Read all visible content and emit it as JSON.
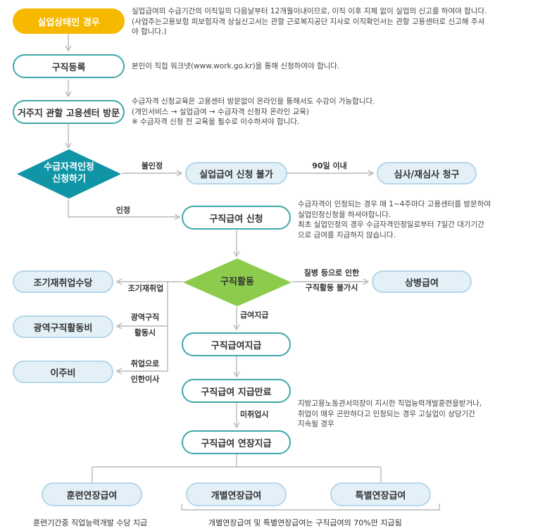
{
  "steps": {
    "unemployed": "실업상태인 경우",
    "register": "구직등록",
    "visit": "거주지 관할 고용센터 방문",
    "apply_decision": [
      "수급자격인정",
      "신청하기"
    ],
    "not_allowed": "실업급여 신청 불가",
    "review": "심사/재심사 청구",
    "apply_benefit": "구직급여 신청",
    "job_search": "구직활동",
    "sick_benefit": "상병급여",
    "early_bonus": "조기재취업수당",
    "wide_area": "광역구직활동비",
    "relocation": "이주비",
    "payment": "구직급여지급",
    "expiry": "구직급여 지급만료",
    "extension": "구직급여 연장지급",
    "training_ext": "훈련연장급여",
    "individual_ext": "개별연장급여",
    "special_ext": "특별연장급여"
  },
  "notes": {
    "unemployed": [
      "실업급여의 수급기간의 이직일의 다음날부터 12개월이내이므로, 이직 이후 지체 없이 실업의 신고를 하여야 합니다.",
      "(사업주는고용보험 피보험자격 상실신고서는 관할 근로복지공단 지사로 이직확인서는 관할 고용센터로 신고해 주셔",
      "야 합니다.)"
    ],
    "register": [
      "본인이 직접 워크넷(www.work.go.kr)을 통해 신청하여야 합니다."
    ],
    "visit": [
      "수급자격 신청교육은 고용센터 방문없이 온라인을 통해서도 수강이 가능합니다.",
      "(개인서비스 → 실업급여 → 수급자격 신청자 온라인 교육)",
      "※ 수급자격 신청 전 교육을 필수로 이수하셔야 합니다."
    ],
    "apply_benefit": [
      "수급자격이 인정되는 경우 매 1~4주마다 고용센터를 방문하여",
      "실업인정신청을 하셔야합니다.",
      "최초 실업인정의 경우 수급자격인정일로부터 7일간 대기기간",
      "으로 급여를 지급하지 않습니다."
    ],
    "expiry": [
      "지방고용노동관서의장이 지시한 직업능력개발훈련을받거나,",
      "취업이 매우 곤란하다고 인정되는 경우 고실업이 상당기간",
      "지속될 경우"
    ]
  },
  "edge_labels": {
    "denied": "불인정",
    "within_90": "90일 이내",
    "approved": "인정",
    "illness": [
      "질병 등으로 인한",
      "구직활동 불가시"
    ],
    "early_reemploy": "조기재취업",
    "wide_area": [
      "광역구직",
      "활동시"
    ],
    "relocate": [
      "취업으로",
      "인한이사"
    ],
    "benefit_paid": "급여지급",
    "not_employed": "미취업시"
  },
  "captions": {
    "training": "훈련기간중 직업능력개발 수당 지급",
    "extension": "개별연장급여 및 특별연장급여는 구직급여의 70%만 지급됨"
  },
  "colors": {
    "teal": "#3fa7a8",
    "dark_teal": "#0f95a6",
    "green": "#8dcb4d",
    "yellow": "#f6b900",
    "light_blue": "#e3f0f8",
    "line": "#b9b9b9"
  }
}
